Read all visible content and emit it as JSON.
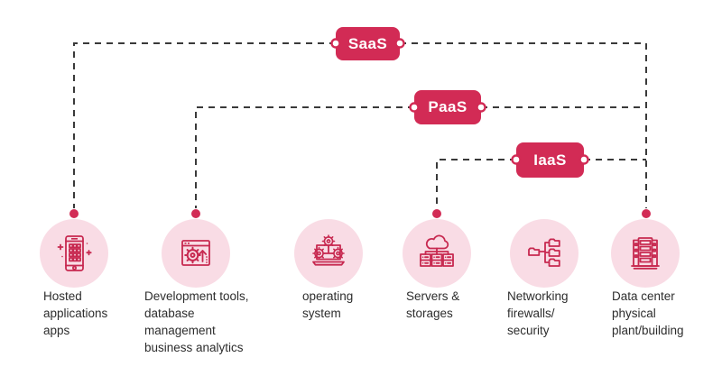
{
  "colors": {
    "accent": "#d22b55",
    "circle_fill": "#f9dce5",
    "icon_stroke": "#c72950",
    "line": "#3a3a3a",
    "text": "#2d2d2d",
    "bg": "#ffffff"
  },
  "badges": [
    {
      "label": "SaaS"
    },
    {
      "label": "PaaS"
    },
    {
      "label": "IaaS"
    }
  ],
  "nodes": [
    {
      "icon": "smartphone-apps-icon",
      "label": "Hosted\napplications\napps"
    },
    {
      "icon": "browser-dev-tools-icon",
      "label": "Development tools,\ndatabase\nmanagement\nbusiness analytics"
    },
    {
      "icon": "laptop-gears-icon",
      "label": "operating\nsystem"
    },
    {
      "icon": "cloud-servers-icon",
      "label": "Servers &\nstorages"
    },
    {
      "icon": "folder-network-icon",
      "label": "Networking\nfirewalls/\nsecurity"
    },
    {
      "icon": "server-rack-icon",
      "label": "Data center\nphysical\nplant/building"
    }
  ],
  "connections": [
    {
      "from": "SaaS",
      "to": "Hosted applications apps",
      "side": "left"
    },
    {
      "from": "SaaS",
      "to": "Data center physical plant/building",
      "side": "right"
    },
    {
      "from": "PaaS",
      "to": "Development tools, database management business analytics",
      "side": "left"
    },
    {
      "from": "PaaS",
      "to": "Data center physical plant/building",
      "side": "right"
    },
    {
      "from": "IaaS",
      "to": "Servers & storages",
      "side": "left"
    },
    {
      "from": "IaaS",
      "to": "Data center physical plant/building",
      "side": "right"
    }
  ]
}
